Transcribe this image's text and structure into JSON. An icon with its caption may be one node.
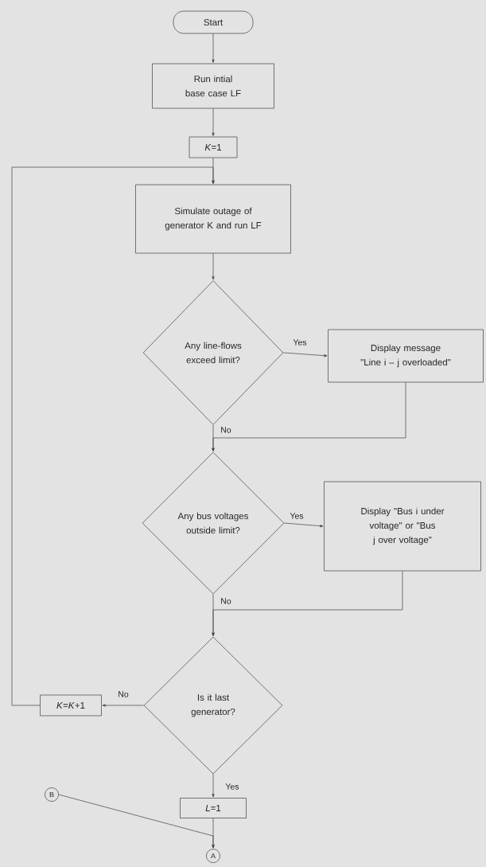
{
  "diagram": {
    "nodes": [
      {
        "text": [
          "Start"
        ]
      },
      {
        "text": [
          "Run intial base case LF"
        ]
      },
      {
        "text": [
          "*K*=1"
        ]
      },
      {
        "text": [
          "Simulate outage of generator K and run LF"
        ]
      },
      {
        "text": [
          "Any line-flows exceed limit?"
        ]
      },
      {
        "text": [
          "Display message \"Line i – j overloaded\""
        ]
      },
      {
        "text": [
          "Any bus voltages outside limit?"
        ]
      },
      {
        "text": [
          "Display \"Bus i under voltage\" or \"Bus j over voltage\""
        ]
      },
      {
        "text": [
          "Is it last generator?"
        ]
      },
      {
        "text": [
          "*K*=*K*+1"
        ]
      },
      {
        "text": [
          "*L*=1"
        ]
      },
      {
        "text": [
          "B"
        ]
      },
      {
        "text": [
          "A"
        ]
      }
    ],
    "edges": [
      {
        "from": 0,
        "to": 1,
        "arrow": "to"
      },
      {
        "from": 1,
        "to": 2,
        "arrow": "to"
      },
      {
        "from": 2,
        "to": 3,
        "arrow": "to"
      },
      {
        "from": 3,
        "to": 4,
        "arrow": "to"
      },
      {
        "from": 4,
        "to": 5,
        "arrow": "to",
        "label": "Yes"
      },
      {
        "from": 4,
        "to": 6,
        "arrow": "to",
        "label": "No"
      },
      {
        "from": 5,
        "to": 6,
        "arrow": "to"
      },
      {
        "from": 6,
        "to": 7,
        "arrow": "to",
        "label": "Yes"
      },
      {
        "from": 6,
        "to": 8,
        "arrow": "to",
        "label": "No"
      },
      {
        "from": 7,
        "to": 8,
        "arrow": "to"
      },
      {
        "from": 8,
        "to": 9,
        "arrow": "to",
        "label": "No"
      },
      {
        "from": 9,
        "to": 3,
        "arrow": "to"
      },
      {
        "from": 8,
        "to": 10,
        "arrow": "to",
        "label": "Yes"
      },
      {
        "from": 10,
        "to": 12,
        "arrow": "to"
      },
      {
        "from": 11,
        "to": 12,
        "arrow": "to"
      }
    ]
  }
}
